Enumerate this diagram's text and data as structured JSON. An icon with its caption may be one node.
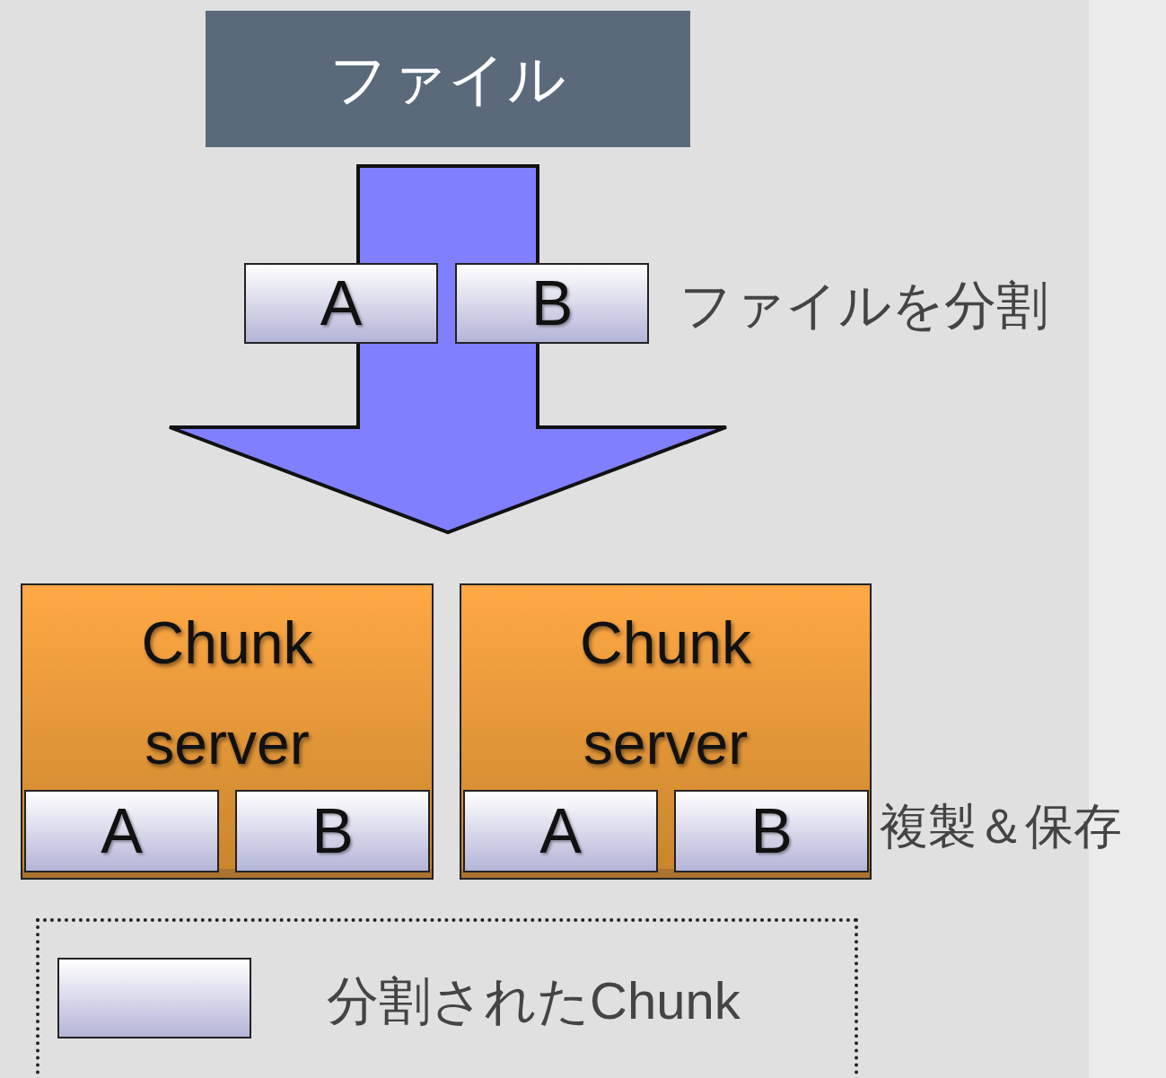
{
  "diagram": {
    "nodes": [
      {
        "text": [
          "ファイル"
        ]
      },
      {
        "text": [
          "A"
        ]
      },
      {
        "text": [
          "B"
        ]
      },
      {
        "text": [
          "Chunk server"
        ]
      },
      {
        "text": [
          "A"
        ],
        "in": 3
      },
      {
        "text": [
          "B"
        ],
        "in": 3
      },
      {
        "text": [
          "Chunk server"
        ]
      },
      {
        "text": [
          "A"
        ],
        "in": 6
      },
      {
        "text": [
          "B"
        ],
        "in": 6
      }
    ],
    "edges": [
      {
        "from": 0,
        "to": 3,
        "arrow": "to",
        "style": "thick"
      },
      {
        "from": 0,
        "to": 6,
        "arrow": "to",
        "style": "thick"
      }
    ],
    "labels": [
      "ファイルを分割",
      "複製＆保存"
    ],
    "legend": [
      {
        "text": "分割されたChunk"
      }
    ]
  }
}
